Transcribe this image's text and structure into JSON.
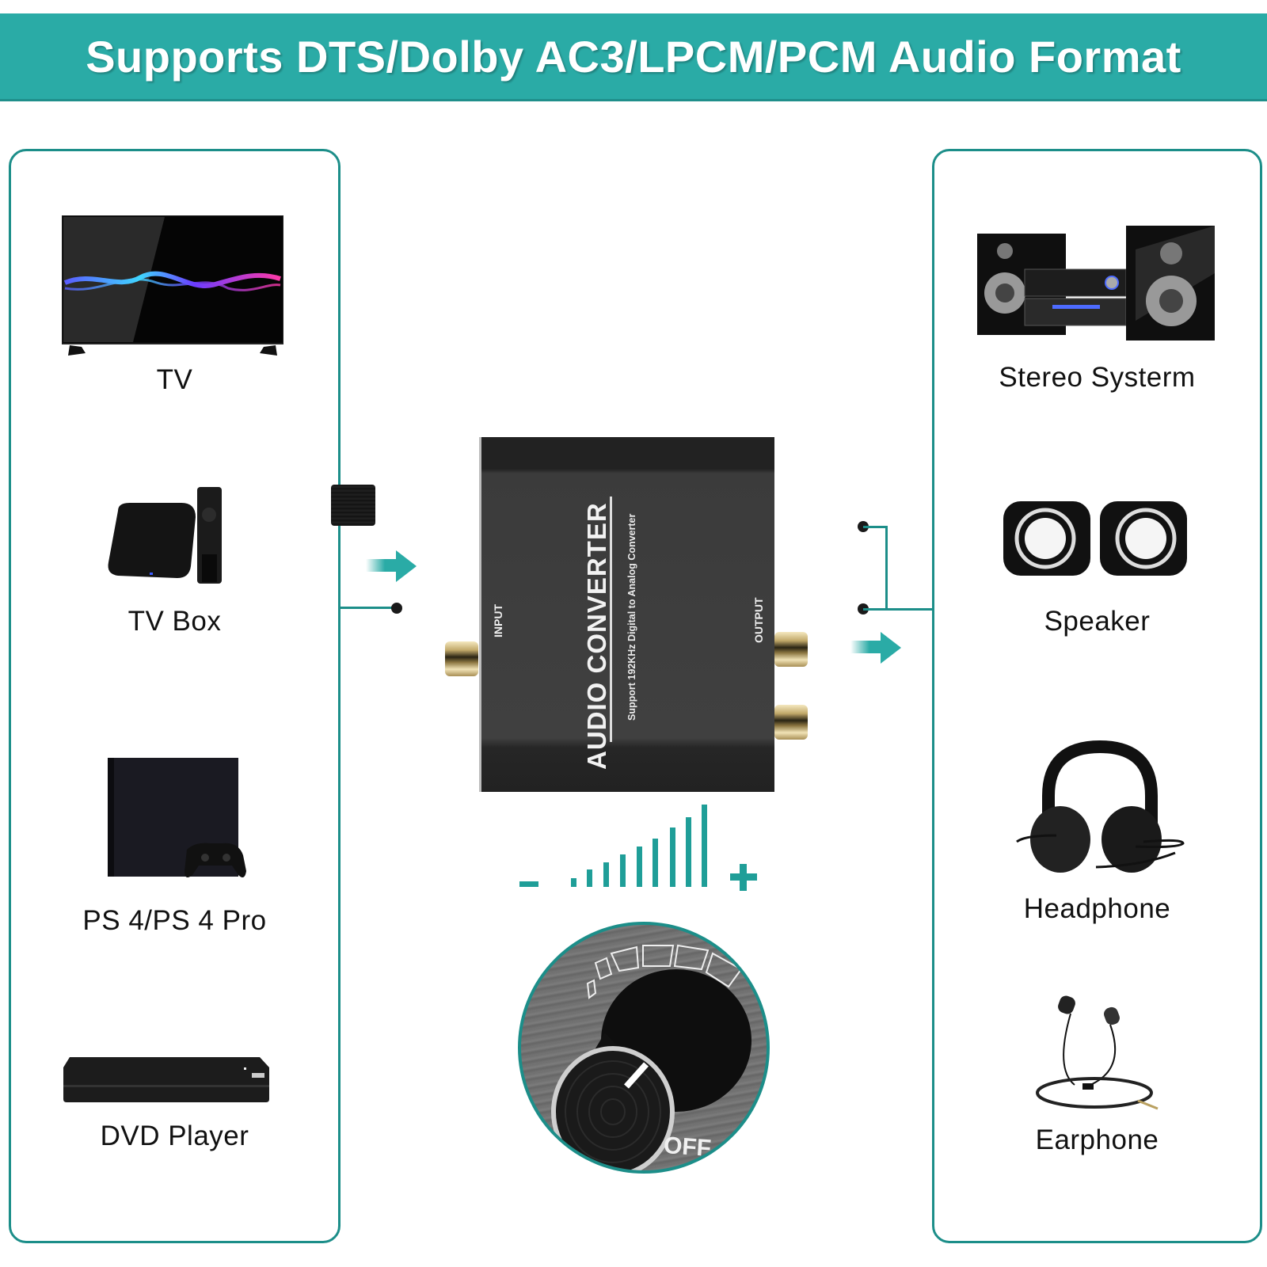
{
  "banner": {
    "title": "Supports DTS/Dolby AC3/LPCM/PCM Audio Format",
    "background_color": "#2aaba6",
    "text_color": "#ffffff"
  },
  "input_sources": {
    "items": [
      {
        "label": "TV",
        "icon": "tv-icon"
      },
      {
        "label": "TV Box",
        "icon": "tv-box-icon"
      },
      {
        "label": "PS 4/PS 4 Pro",
        "icon": "game-console-icon"
      },
      {
        "label": "DVD Player",
        "icon": "dvd-player-icon"
      }
    ]
  },
  "output_devices": {
    "items": [
      {
        "label": "Stereo Systerm",
        "icon": "stereo-system-icon"
      },
      {
        "label": "Speaker",
        "icon": "speaker-icon"
      },
      {
        "label": "Headphone",
        "icon": "headphone-icon"
      },
      {
        "label": "Earphone",
        "icon": "earphone-icon"
      }
    ]
  },
  "converter": {
    "title": "AUDIO CONVERTER",
    "subtitle": "Support 192KHz Digital to Analog Converter",
    "input_label": "INPUT",
    "output_label": "OUTPUT"
  },
  "volume": {
    "minus": "-",
    "plus": "+",
    "bar_count": 9,
    "knob_label": "OFF"
  },
  "colors": {
    "accent": "#1c8e89",
    "bars": "#1f9e98"
  }
}
